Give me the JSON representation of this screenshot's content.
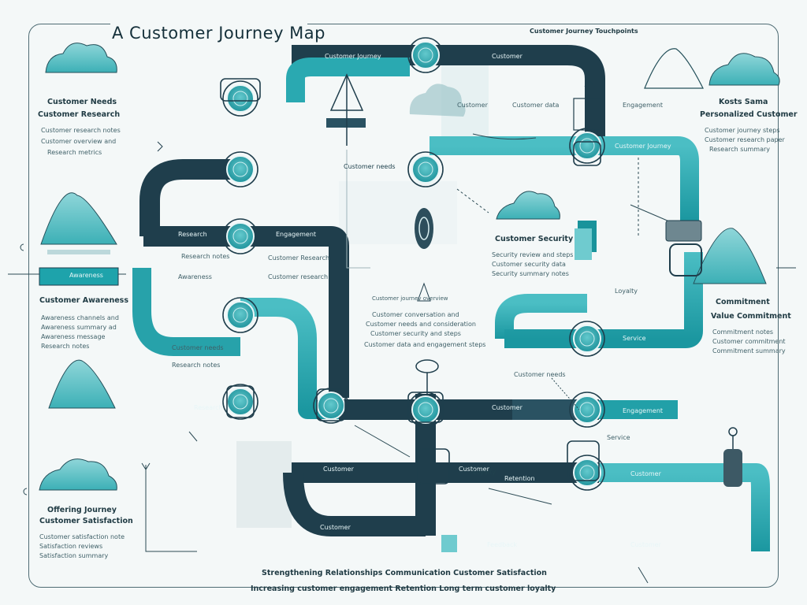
{
  "title": "A Customer Journey Map",
  "header_caption": "Customer Journey Touchpoints",
  "colors": {
    "background": "#f4f8f8",
    "teal": "#1fa3aa",
    "teal_light": "#5fc4c8",
    "navy": "#1e3d4c",
    "slate": "#2f5564",
    "ink": "#2a4650"
  },
  "icons": [
    "cloud-icon",
    "mountain-icon",
    "cloud-icon",
    "mountain-icon",
    "mountain-icon",
    "cloud-icon",
    "valve-icon",
    "pointer-icon",
    "arrow-icon"
  ],
  "left_column": [
    {
      "heading": "Customer Needs",
      "subheading": "Customer Research",
      "lines": [
        "Customer research notes",
        "Customer overview and",
        "Research metrics"
      ]
    },
    {
      "heading": "",
      "subheading": "Customer Awareness",
      "lines": [
        "Awareness channels and",
        "Awareness summary ad",
        "Awareness message",
        "Research notes"
      ]
    },
    {
      "heading": "Offering Journey",
      "subheading": "Customer Satisfaction",
      "lines": [
        "Customer satisfaction note",
        "Satisfaction reviews",
        "Satisfaction summary"
      ]
    }
  ],
  "left_tab": "Awareness",
  "right_column": [
    {
      "heading": "Kosts Sama",
      "subheading": "Personalized Customer",
      "lines": [
        "Customer journey steps",
        "Customer research paper",
        "Research summary"
      ]
    },
    {
      "heading": "Commitment",
      "subheading": "Value Commitment",
      "lines": [
        "Commitment notes",
        "Customer commitment",
        "Commitment summary"
      ]
    }
  ],
  "center": {
    "heading": "Customer Security",
    "lines": [
      "Security review and steps",
      "Customer security data",
      "Security summary notes"
    ],
    "long_lines": [
      "Customer conversation and",
      "Customer needs and consideration",
      "Customer security and steps",
      "Customer data and engagement steps"
    ],
    "note": "Customer journey overview"
  },
  "pipe_labels": [
    "Customer Journey",
    "Customer",
    "Research",
    "Engagement",
    "Customer needs",
    "Customer Journey",
    "Research",
    "Customer",
    "Customer",
    "Customer",
    "Retention",
    "Customer",
    "Service",
    "Engagement",
    "Feedback",
    "Customer",
    "Customer",
    "Loyalty"
  ],
  "pipe_small_notes": [
    "Research notes",
    "Customer Research",
    "Awareness",
    "Customer research",
    "Customer needs",
    "Research notes",
    "Customer",
    "Customer data",
    "Engagement",
    "Customer needs",
    "Loyalty",
    "Service"
  ],
  "footer": {
    "line1": "Strengthening Relationships  Communication  Customer Satisfaction",
    "line2": "Increasing customer engagement  Retention  Long term customer loyalty"
  }
}
